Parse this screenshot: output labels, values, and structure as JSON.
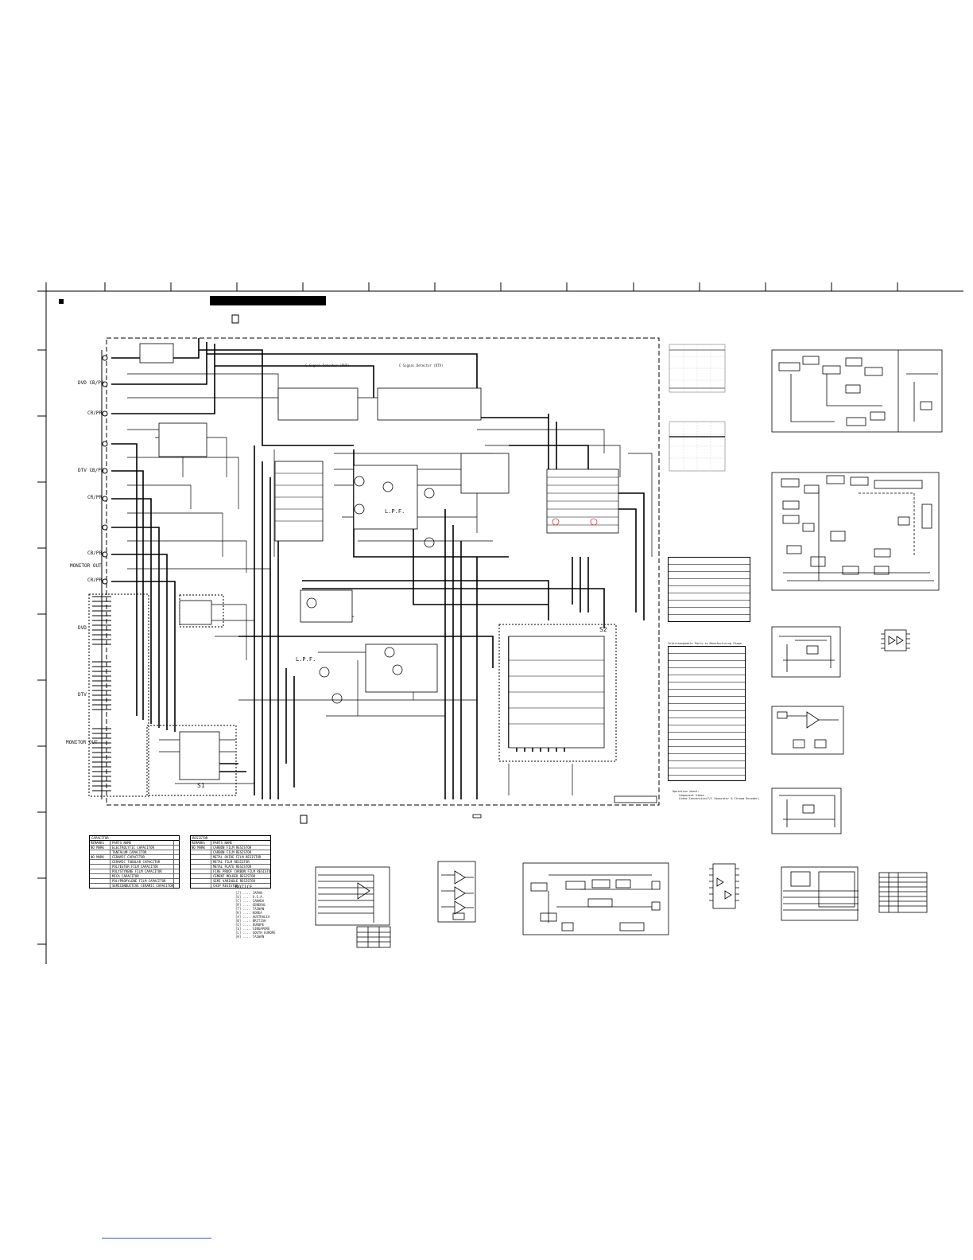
{
  "jacks": {
    "dvd_cb_pb": "DVD CB/PB",
    "cr_pr_1": "CR/PR",
    "dtv_cb_pb": "DTV CB/PB",
    "cr_pr_2": "CR/PR",
    "monitor_out_1": "MONITOR OUT",
    "cb_pb": "CB/PB",
    "cr_pr_3": "CR/PR",
    "dvd": "DVD",
    "dtv": "DTV",
    "monitor_out_2": "MONITOR OUT"
  },
  "blocks": {
    "lpf_1": "L.P.F.",
    "lpf_2": "L.P.F.",
    "s1": "S1",
    "s2": "S2",
    "sync_detector_dvd": "C Signal Detector (DVD)",
    "sync_detector_dtv": "C Signal Detector (DTV)"
  },
  "capacitor_legend": {
    "title": "CAPACITOR",
    "rows": [
      [
        "REMARKS",
        "PARTS NAME"
      ],
      [
        "NO MARK",
        "ELECTROLYTIC CAPACITOR"
      ],
      [
        "",
        "TANTALUM CAPACITOR"
      ],
      [
        "NO MARK",
        "CERAMIC CAPACITOR"
      ],
      [
        "",
        "CERAMIC TUBULAR CAPACITOR"
      ],
      [
        "",
        "POLYESTER FILM CAPACITOR"
      ],
      [
        "",
        "POLYSTYRENE FILM CAPACITOR"
      ],
      [
        "",
        "MICA CAPACITOR"
      ],
      [
        "",
        "POLYPROPYLENE FILM CAPACITOR"
      ],
      [
        "",
        "SEMICONDUCTIVE CERAMIC CAPACITOR"
      ]
    ]
  },
  "resistor_legend": {
    "title": "RESISTOR",
    "rows": [
      [
        "REMARKS",
        "PARTS NAME"
      ],
      [
        "NO MARK",
        "CARBON FILM RESISTOR"
      ],
      [
        "",
        "CARBON FILM RESISTOR"
      ],
      [
        "",
        "METAL OXIDE FILM RESISTOR"
      ],
      [
        "",
        "METAL FILM RESISTOR"
      ],
      [
        "",
        "METAL PLATE RESISTOR"
      ],
      [
        "",
        "FIRE PROOF CARBON FILM RESISTOR"
      ],
      [
        "",
        "CEMENT MOLDED RESISTOR"
      ],
      [
        "",
        "SEMI VARIABLE RESISTOR"
      ],
      [
        "",
        "CHIP RESISTOR"
      ]
    ]
  },
  "notice": {
    "title": "NOTICE",
    "lines": [
      "[J] .... JAPAN",
      "[U] .... U.S.A.",
      "[C] .... CANADA",
      "[R] .... GENERAL",
      "[T] .... TAIWAN",
      "[K] .... KOREA",
      "[A] .... AUSTRALIA",
      "[B] .... BRITISH",
      "[G] .... EUROPE",
      "[S] .... SINGAPORE",
      "[L] .... SOUTH EUROPE",
      "[H] .... TAIWAN"
    ]
  },
  "interchangeable_title": "Interchangeable Parts in Manufacturing Stage",
  "operation_notes": [
    "Operation sheet:",
    "Component Video",
    "Video Conversion(Y/C Separator & Chroma Decoder)"
  ]
}
